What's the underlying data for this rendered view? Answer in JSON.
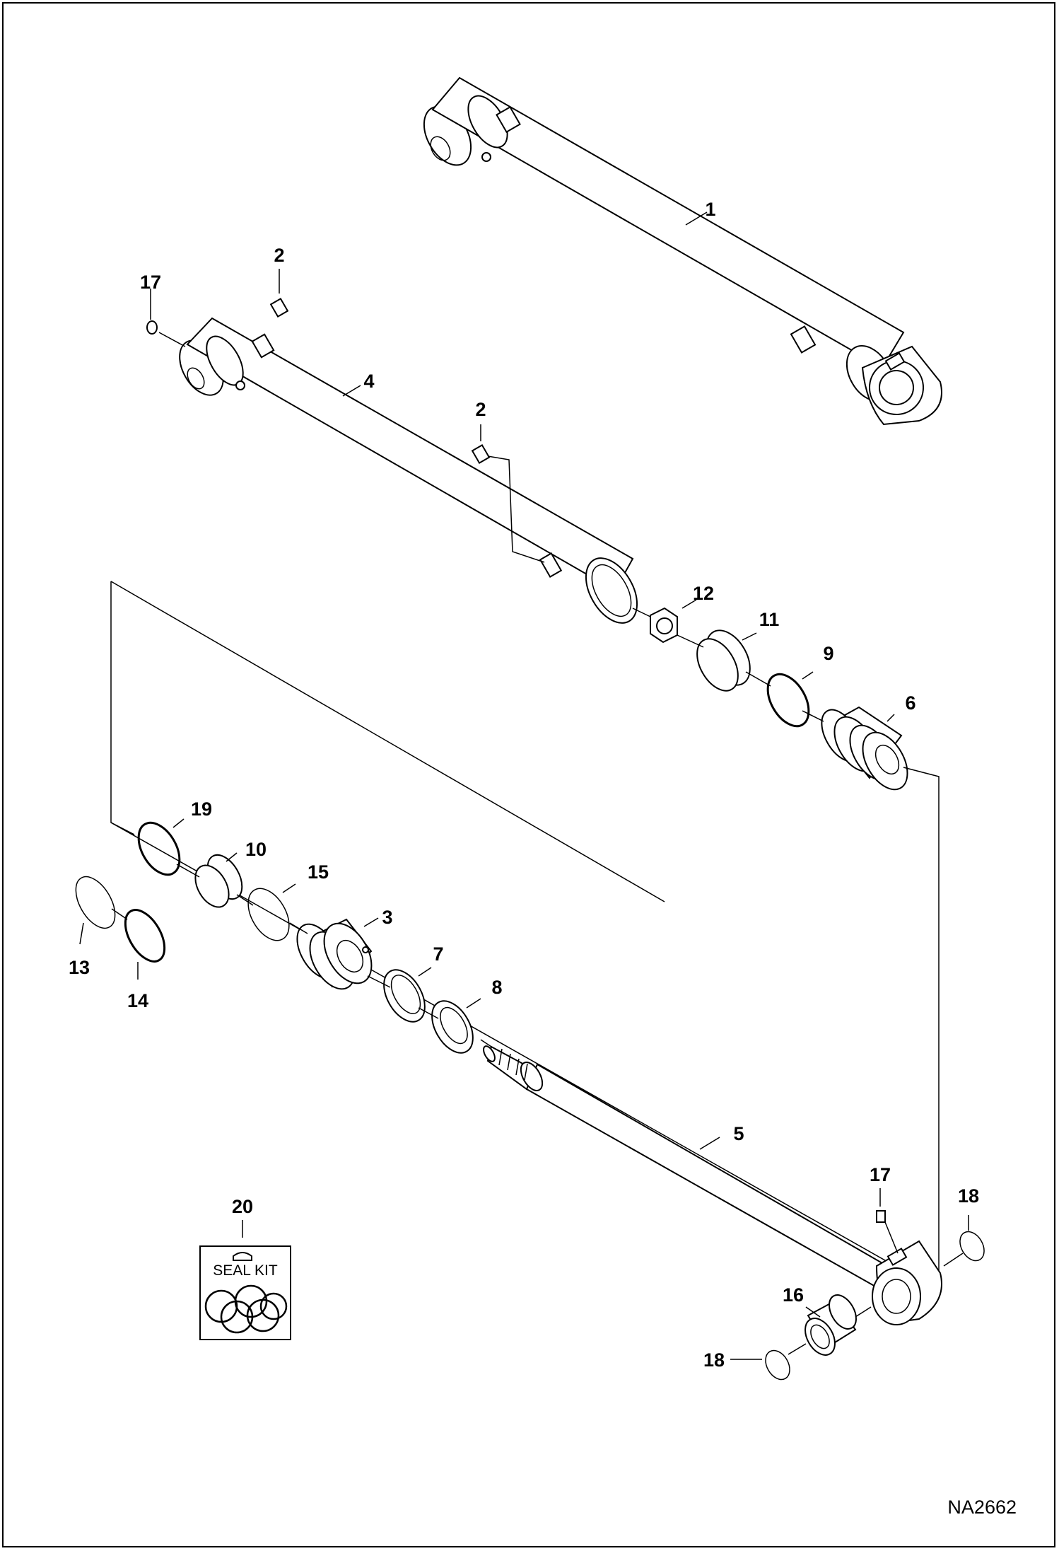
{
  "diagram": {
    "reference_code": "NA2662",
    "seal_kit_label": "SEAL KIT",
    "callouts": [
      {
        "id": "c1",
        "label": "1"
      },
      {
        "id": "c2a",
        "label": "2"
      },
      {
        "id": "c2b",
        "label": "2"
      },
      {
        "id": "c3",
        "label": "3"
      },
      {
        "id": "c4",
        "label": "4"
      },
      {
        "id": "c5",
        "label": "5"
      },
      {
        "id": "c6",
        "label": "6"
      },
      {
        "id": "c7",
        "label": "7"
      },
      {
        "id": "c8",
        "label": "8"
      },
      {
        "id": "c9",
        "label": "9"
      },
      {
        "id": "c10",
        "label": "10"
      },
      {
        "id": "c11",
        "label": "11"
      },
      {
        "id": "c12",
        "label": "12"
      },
      {
        "id": "c13",
        "label": "13"
      },
      {
        "id": "c14",
        "label": "14"
      },
      {
        "id": "c15",
        "label": "15"
      },
      {
        "id": "c16",
        "label": "16"
      },
      {
        "id": "c17a",
        "label": "17"
      },
      {
        "id": "c17b",
        "label": "17"
      },
      {
        "id": "c18a",
        "label": "18"
      },
      {
        "id": "c18b",
        "label": "18"
      },
      {
        "id": "c19",
        "label": "19"
      },
      {
        "id": "c20",
        "label": "20"
      }
    ]
  }
}
